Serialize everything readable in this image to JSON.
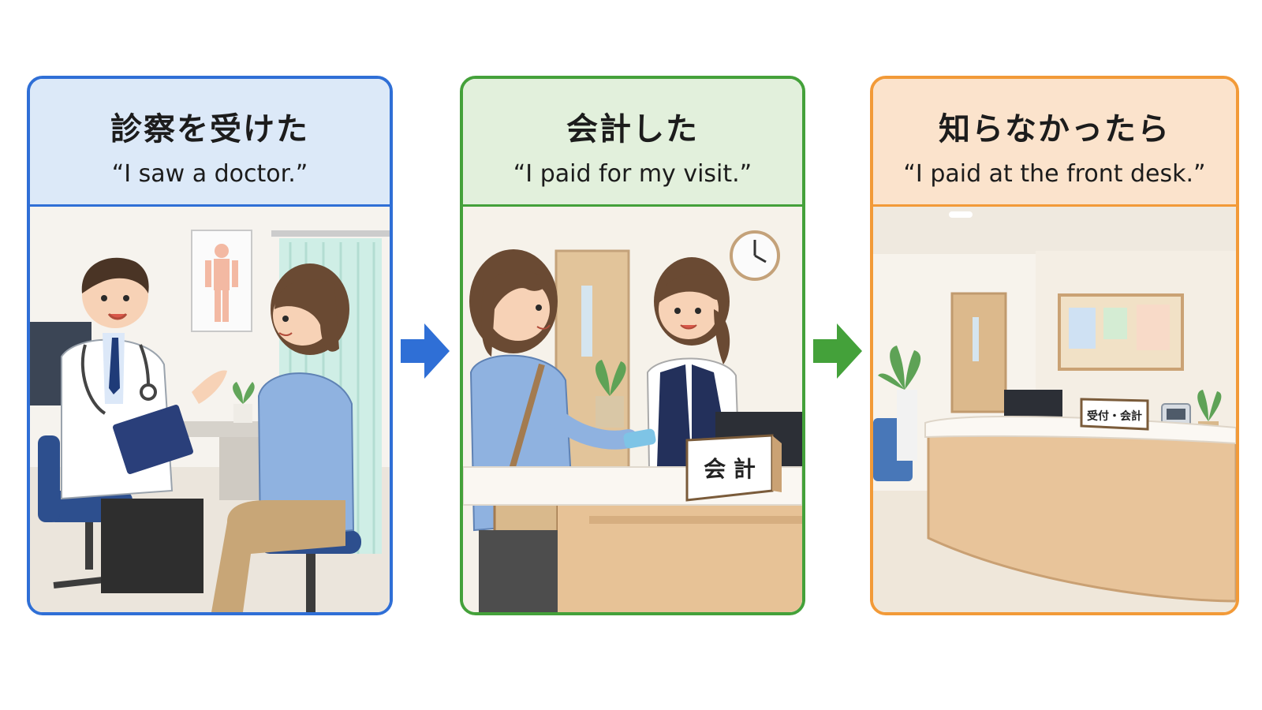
{
  "panels": [
    {
      "title": "診察を受けた",
      "subtitle": "“I saw a doctor.”",
      "accent": "#2f6fd6",
      "header_bg": "#dce9f8"
    },
    {
      "title": "会計した",
      "subtitle": "“I paid for my visit.”",
      "accent": "#44a13a",
      "header_bg": "#e2f0dc",
      "sign": "会 計"
    },
    {
      "title": "知らなかったら",
      "subtitle": "“I paid at the front desk.”",
      "accent": "#f29a38",
      "header_bg": "#fbe3cc",
      "sign": "受付・会計"
    }
  ],
  "arrows": [
    {
      "icon": "arrow-right-icon",
      "color": "#2f6fd6"
    },
    {
      "icon": "arrow-right-icon",
      "color": "#44a13a"
    }
  ]
}
